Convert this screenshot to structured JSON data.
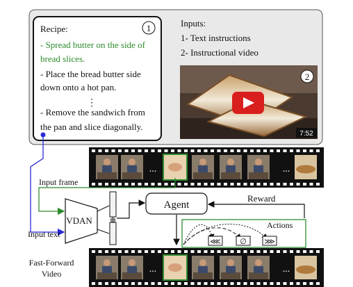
{
  "recipe": {
    "title": "Recipe:",
    "step1": [
      "- Spread butter on the side of",
      "bread slices."
    ],
    "step2": [
      "- Place the bread butter side",
      "down onto a hot pan."
    ],
    "ellipsis": "⋮",
    "step3": [
      "- Remove the sandwich from",
      "the pan and slice diagonally."
    ],
    "badge": "1"
  },
  "inputs": {
    "title": "Inputs:",
    "items": [
      "1- Text instructions",
      "2- Instructional video"
    ]
  },
  "video": {
    "badge": "2",
    "duration": "7:52"
  },
  "pipeline": {
    "input_frame_label": "Input frame",
    "input_text_label": "Input text",
    "vdan_label": "VDAN",
    "concat_symbol": "⊕",
    "agent_label": "Agent",
    "reward_label": "Reward",
    "actions_label": "Actions",
    "action_symbols": [
      "⋘",
      "∅",
      "⋙"
    ],
    "ellipsis": "...",
    "fast_forward_label": [
      "Fast-Forward",
      "Video"
    ]
  },
  "colors": {
    "highlight_green": "#2e8b2e",
    "arrow_blue": "#2a2ad8",
    "panel_bg": "#e9e9e9",
    "film": "#111111"
  }
}
